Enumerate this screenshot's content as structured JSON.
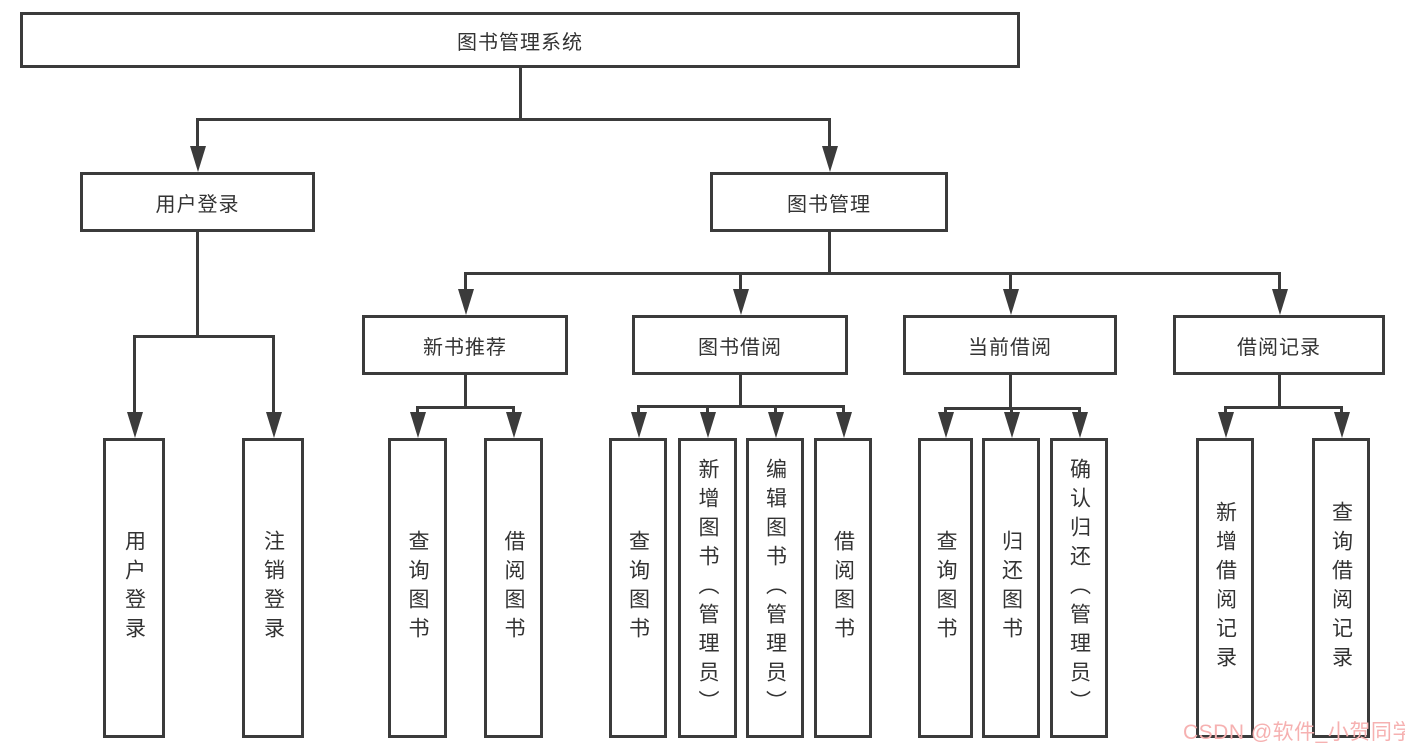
{
  "diagram": {
    "watermark": "CSDN @软件_小贺同学",
    "colors": {
      "line": "#3b3b3b",
      "text": "#333333",
      "watermark": "#f6b1b1",
      "background": "#ffffff"
    },
    "nodes": {
      "root": {
        "label": "图书管理系统"
      },
      "user_login": {
        "label": "用户登录"
      },
      "book_mgmt": {
        "label": "图书管理"
      },
      "new_book_rec": {
        "label": "新书推荐"
      },
      "book_borrow": {
        "label": "图书借阅"
      },
      "current_borrow": {
        "label": "当前借阅"
      },
      "borrow_records": {
        "label": "借阅记录"
      },
      "leaf_user_login": {
        "label": "用户登录"
      },
      "leaf_logout": {
        "label": "注销登录"
      },
      "rec_query_book": {
        "label": "查询图书"
      },
      "rec_borrow_book": {
        "label": "借阅图书"
      },
      "bb_query_book": {
        "label": "查询图书"
      },
      "bb_add_book": {
        "label": "新增图书（管理员）"
      },
      "bb_edit_book": {
        "label": "编辑图书（管理员）"
      },
      "bb_borrow_book": {
        "label": "借阅图书"
      },
      "cb_query_book": {
        "label": "查询图书"
      },
      "cb_return_book": {
        "label": "归还图书"
      },
      "cb_confirm_return": {
        "label": "确认归还（管理员）"
      },
      "br_add_record": {
        "label": "新增借阅记录"
      },
      "br_query_record": {
        "label": "查询借阅记录"
      }
    },
    "edges": [
      {
        "from": "root",
        "to": "user_login"
      },
      {
        "from": "root",
        "to": "book_mgmt"
      },
      {
        "from": "user_login",
        "to": "leaf_user_login"
      },
      {
        "from": "user_login",
        "to": "leaf_logout"
      },
      {
        "from": "book_mgmt",
        "to": "new_book_rec"
      },
      {
        "from": "book_mgmt",
        "to": "book_borrow"
      },
      {
        "from": "book_mgmt",
        "to": "current_borrow"
      },
      {
        "from": "book_mgmt",
        "to": "borrow_records"
      },
      {
        "from": "new_book_rec",
        "to": "rec_query_book"
      },
      {
        "from": "new_book_rec",
        "to": "rec_borrow_book"
      },
      {
        "from": "book_borrow",
        "to": "bb_query_book"
      },
      {
        "from": "book_borrow",
        "to": "bb_add_book"
      },
      {
        "from": "book_borrow",
        "to": "bb_edit_book"
      },
      {
        "from": "book_borrow",
        "to": "bb_borrow_book"
      },
      {
        "from": "current_borrow",
        "to": "cb_query_book"
      },
      {
        "from": "current_borrow",
        "to": "cb_return_book"
      },
      {
        "from": "current_borrow",
        "to": "cb_confirm_return"
      },
      {
        "from": "borrow_records",
        "to": "br_add_record"
      },
      {
        "from": "borrow_records",
        "to": "br_query_record"
      }
    ]
  }
}
